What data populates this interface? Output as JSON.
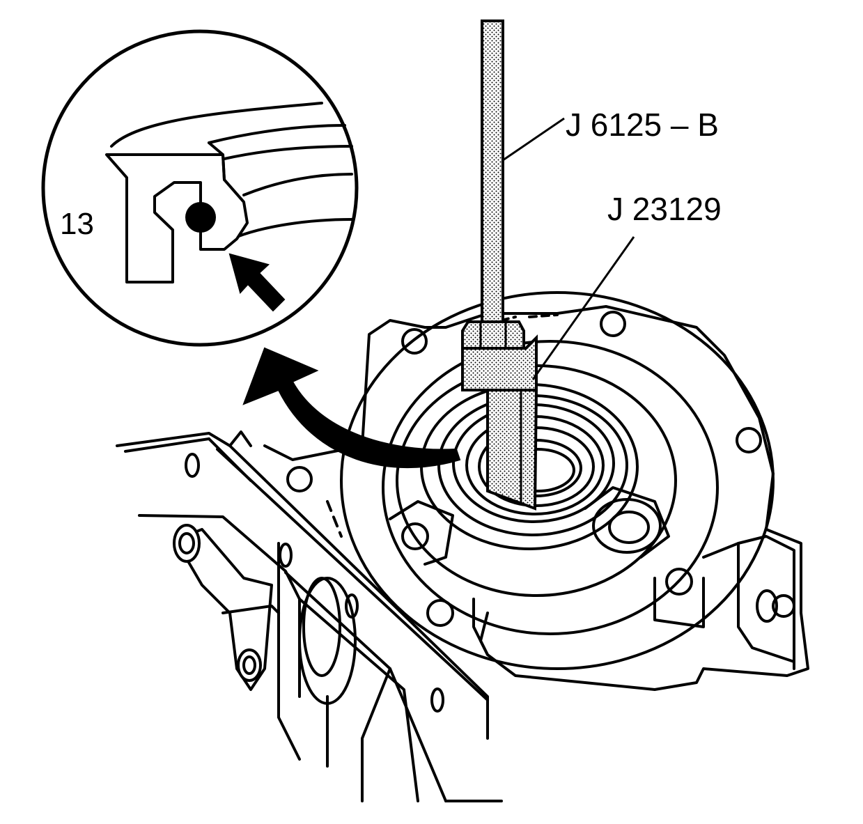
{
  "figure": {
    "labels": {
      "tool_1": "J 6125 – B",
      "tool_2": "J 23129",
      "detail_callout": "13"
    },
    "icons": [
      "detail-magnifier-circle",
      "pointer-arrow-icon",
      "curved-arrow-icon"
    ],
    "colors": {
      "ink": "#000000",
      "paper": "#ffffff"
    }
  }
}
